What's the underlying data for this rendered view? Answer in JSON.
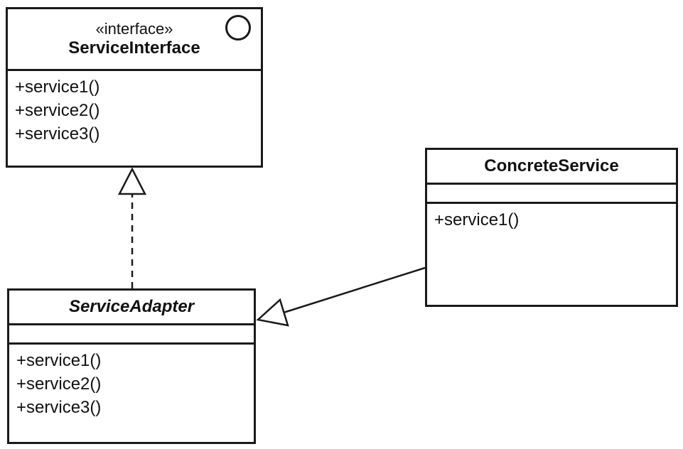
{
  "classes": {
    "service_interface": {
      "stereotype": "«interface»",
      "name": "ServiceInterface",
      "methods": [
        "+service1()",
        "+service2()",
        "+service3()"
      ]
    },
    "service_adapter": {
      "name": "ServiceAdapter",
      "methods": [
        "+service1()",
        "+service2()",
        "+service3()"
      ]
    },
    "concrete_service": {
      "name": "ConcreteService",
      "methods": [
        "+service1()"
      ]
    }
  },
  "relationships": [
    {
      "from": "ServiceAdapter",
      "to": "ServiceInterface",
      "type": "realization"
    },
    {
      "from": "ConcreteService",
      "to": "ServiceAdapter",
      "type": "generalization"
    }
  ],
  "colors": {
    "stroke": "#1a1a1a",
    "fill": "#ffffff"
  }
}
